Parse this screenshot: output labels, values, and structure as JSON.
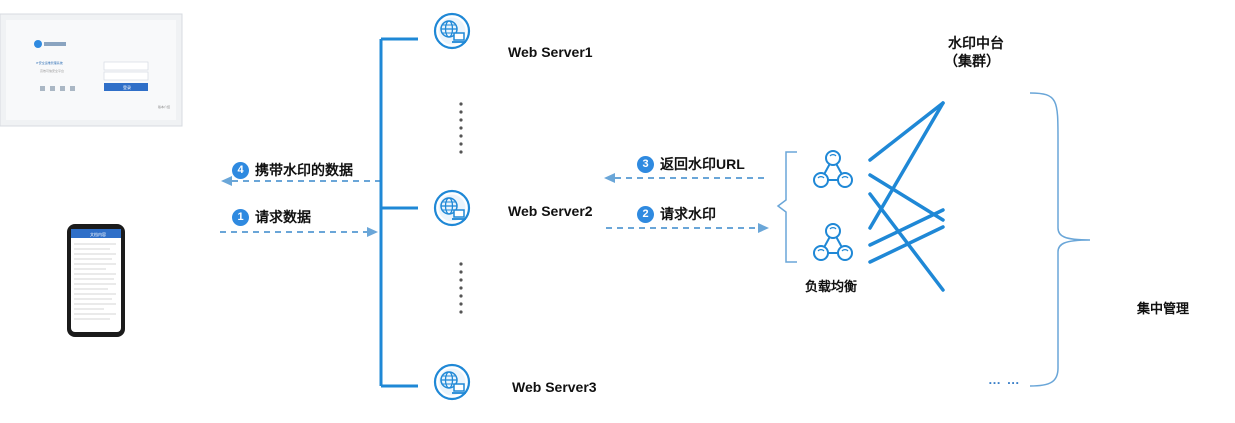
{
  "colors": {
    "accent": "#2f8ae0",
    "line": "#1f88d6",
    "dashed": "#6aa6d8"
  },
  "servers": [
    {
      "name": "Web Server1",
      "icon": "globe-computer-icon"
    },
    {
      "name": "Web Server2",
      "icon": "globe-computer-icon"
    },
    {
      "name": "Web Server3",
      "icon": "globe-computer-icon"
    }
  ],
  "steps": [
    {
      "num": "1",
      "label": "请求数据"
    },
    {
      "num": "2",
      "label": "请求水印"
    },
    {
      "num": "3",
      "label": "返回水印URL"
    },
    {
      "num": "4",
      "label": "携带水印的数据"
    }
  ],
  "load_balancer": {
    "label": "负载均衡",
    "icon": "network-triangle-icon"
  },
  "watermark_platform": {
    "title": "水印中台",
    "subtitle": "（集群）"
  },
  "management": {
    "label": "集中管理",
    "ellipsis": "… …"
  },
  "login_panel": {
    "title": "IT安全运维管理系统",
    "subtitle": "高效可信安全平台",
    "button": "登录",
    "footer": "版本介绍"
  },
  "phone": {
    "header": "文档内容"
  }
}
